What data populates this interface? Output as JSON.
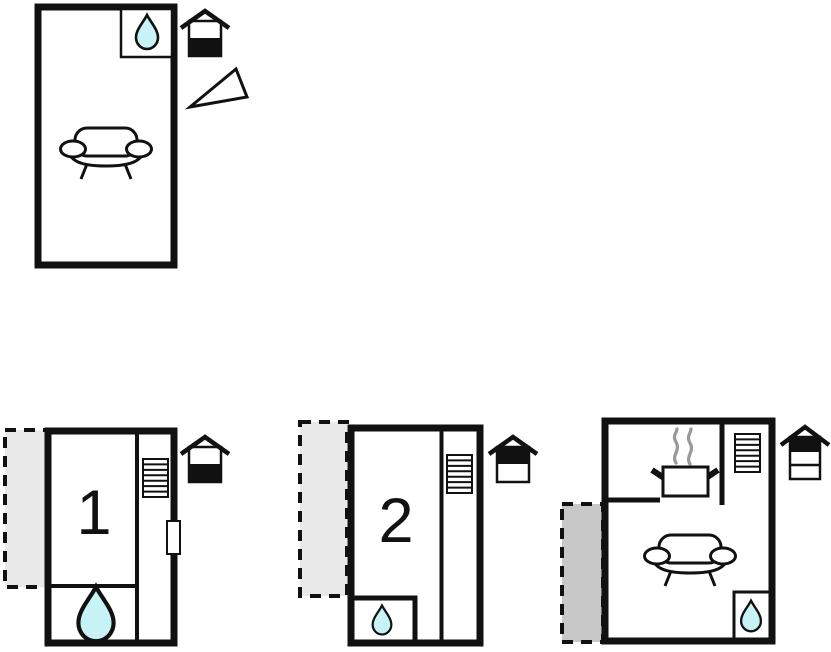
{
  "page": {
    "type": "apartment-floor-plans",
    "background": "#ffffff"
  },
  "colors": {
    "wall": "#111111",
    "terrace_light": "#e9e9e9",
    "terrace_dark": "#c8c8c8",
    "water_drop": "#c7f2f6",
    "steam": "#999999"
  },
  "units": {
    "studio": {
      "name": "studio-room",
      "icons": [
        "shower-drop",
        "sofa",
        "house-level-indicator-ground",
        "compass-needle"
      ]
    },
    "apartment1": {
      "label": "1",
      "icons": [
        "terrace",
        "stairs",
        "door",
        "shower-drop",
        "house-level-indicator-ground"
      ]
    },
    "apartment2": {
      "label": "2",
      "icons": [
        "terrace",
        "stairs",
        "shower-drop",
        "house-level-indicator-upper"
      ]
    },
    "living": {
      "name": "living-kitchen-room",
      "icons": [
        "terrace",
        "stairs",
        "cooking-pot",
        "sofa",
        "shower-drop",
        "house-level-indicator-top"
      ]
    }
  }
}
